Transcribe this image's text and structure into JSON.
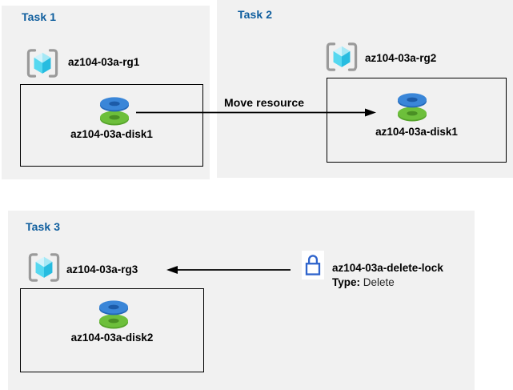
{
  "palette": {
    "panel_bg": "#f1f1f1",
    "header_blue": "#0f5e9e",
    "text_black": "#000000",
    "arrow_black": "#000000",
    "lock_blue": "#2f64cc",
    "disk_blue": "#3a86d8",
    "disk_blue_dark": "#1c5ba8",
    "disk_green": "#6dbf3b",
    "disk_green_dark": "#4a8f24",
    "cube_light": "#d2f3fb",
    "cube_mid_light": "#a5e8f5",
    "cube_cyan": "#55d8f0",
    "cube_dark_cyan": "#27bce0",
    "bracket_gray": "#9a9a9a"
  },
  "tasks": [
    {
      "header": "Task 1",
      "resource_group": "az104-03a-rg1",
      "resource": "az104-03a-disk1"
    },
    {
      "header": "Task 2",
      "resource_group": "az104-03a-rg2",
      "resource": "az104-03a-disk1"
    },
    {
      "header": "Task 3",
      "resource_group": "az104-03a-rg3",
      "resource": "az104-03a-disk2"
    }
  ],
  "move_arrow": {
    "label": "Move resource"
  },
  "lock": {
    "name": "az104-03a-delete-lock",
    "type_label": "Type:",
    "type_value": "Delete"
  },
  "icons": {
    "resource_group": "resource-group-icon",
    "disk": "disk-icon",
    "lock": "lock-icon"
  }
}
